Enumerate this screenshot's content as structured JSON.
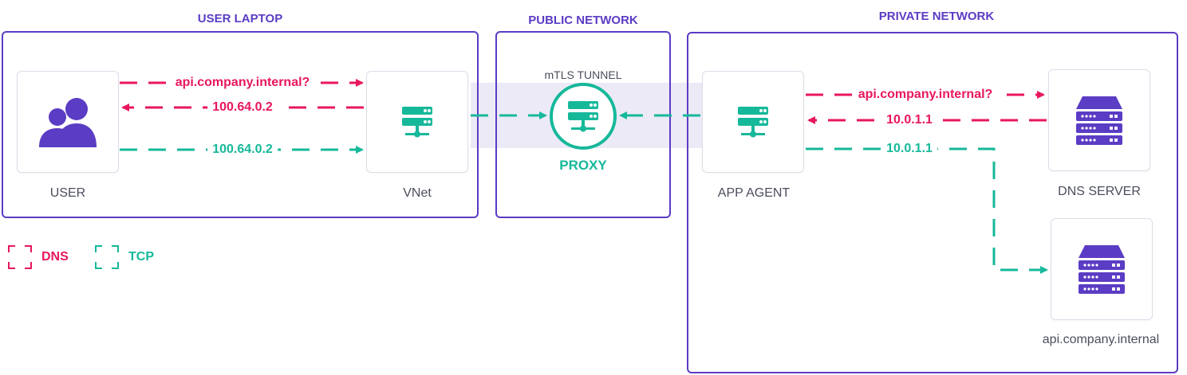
{
  "zones": {
    "user_laptop": "USER LAPTOP",
    "public_network": "PUBLIC NETWORK",
    "private_network": "PRIVATE NETWORK"
  },
  "nodes": {
    "user": "USER",
    "vnet": "VNet",
    "proxy": "PROXY",
    "app_agent": "APP AGENT",
    "dns_server": "DNS SERVER",
    "api_host": "api.company.internal"
  },
  "tunnel_label": "mTLS TUNNEL",
  "edges": {
    "user_to_vnet_dns": "api.company.internal?",
    "vnet_to_user_dns": "100.64.0.2",
    "user_to_vnet_tcp": "100.64.0.2",
    "agent_to_dns": "api.company.internal?",
    "dns_to_agent": "10.0.1.1",
    "agent_to_api_tcp": "10.0.1.1"
  },
  "legend": {
    "dns": "DNS",
    "tcp": "TCP"
  },
  "colors": {
    "zone_border": "#5b3cc4",
    "dns": "#e8175d",
    "tcp": "#16b89a",
    "server_icon": "#5b3cc4",
    "node_border": "#dcdde8",
    "tunnel_band": "#eceaf7"
  },
  "icons": {
    "user": "users-icon",
    "vnet": "network-server-icon",
    "proxy": "network-server-icon",
    "app_agent": "network-server-icon",
    "dns_server": "server-rack-icon",
    "api_host": "server-rack-icon"
  }
}
